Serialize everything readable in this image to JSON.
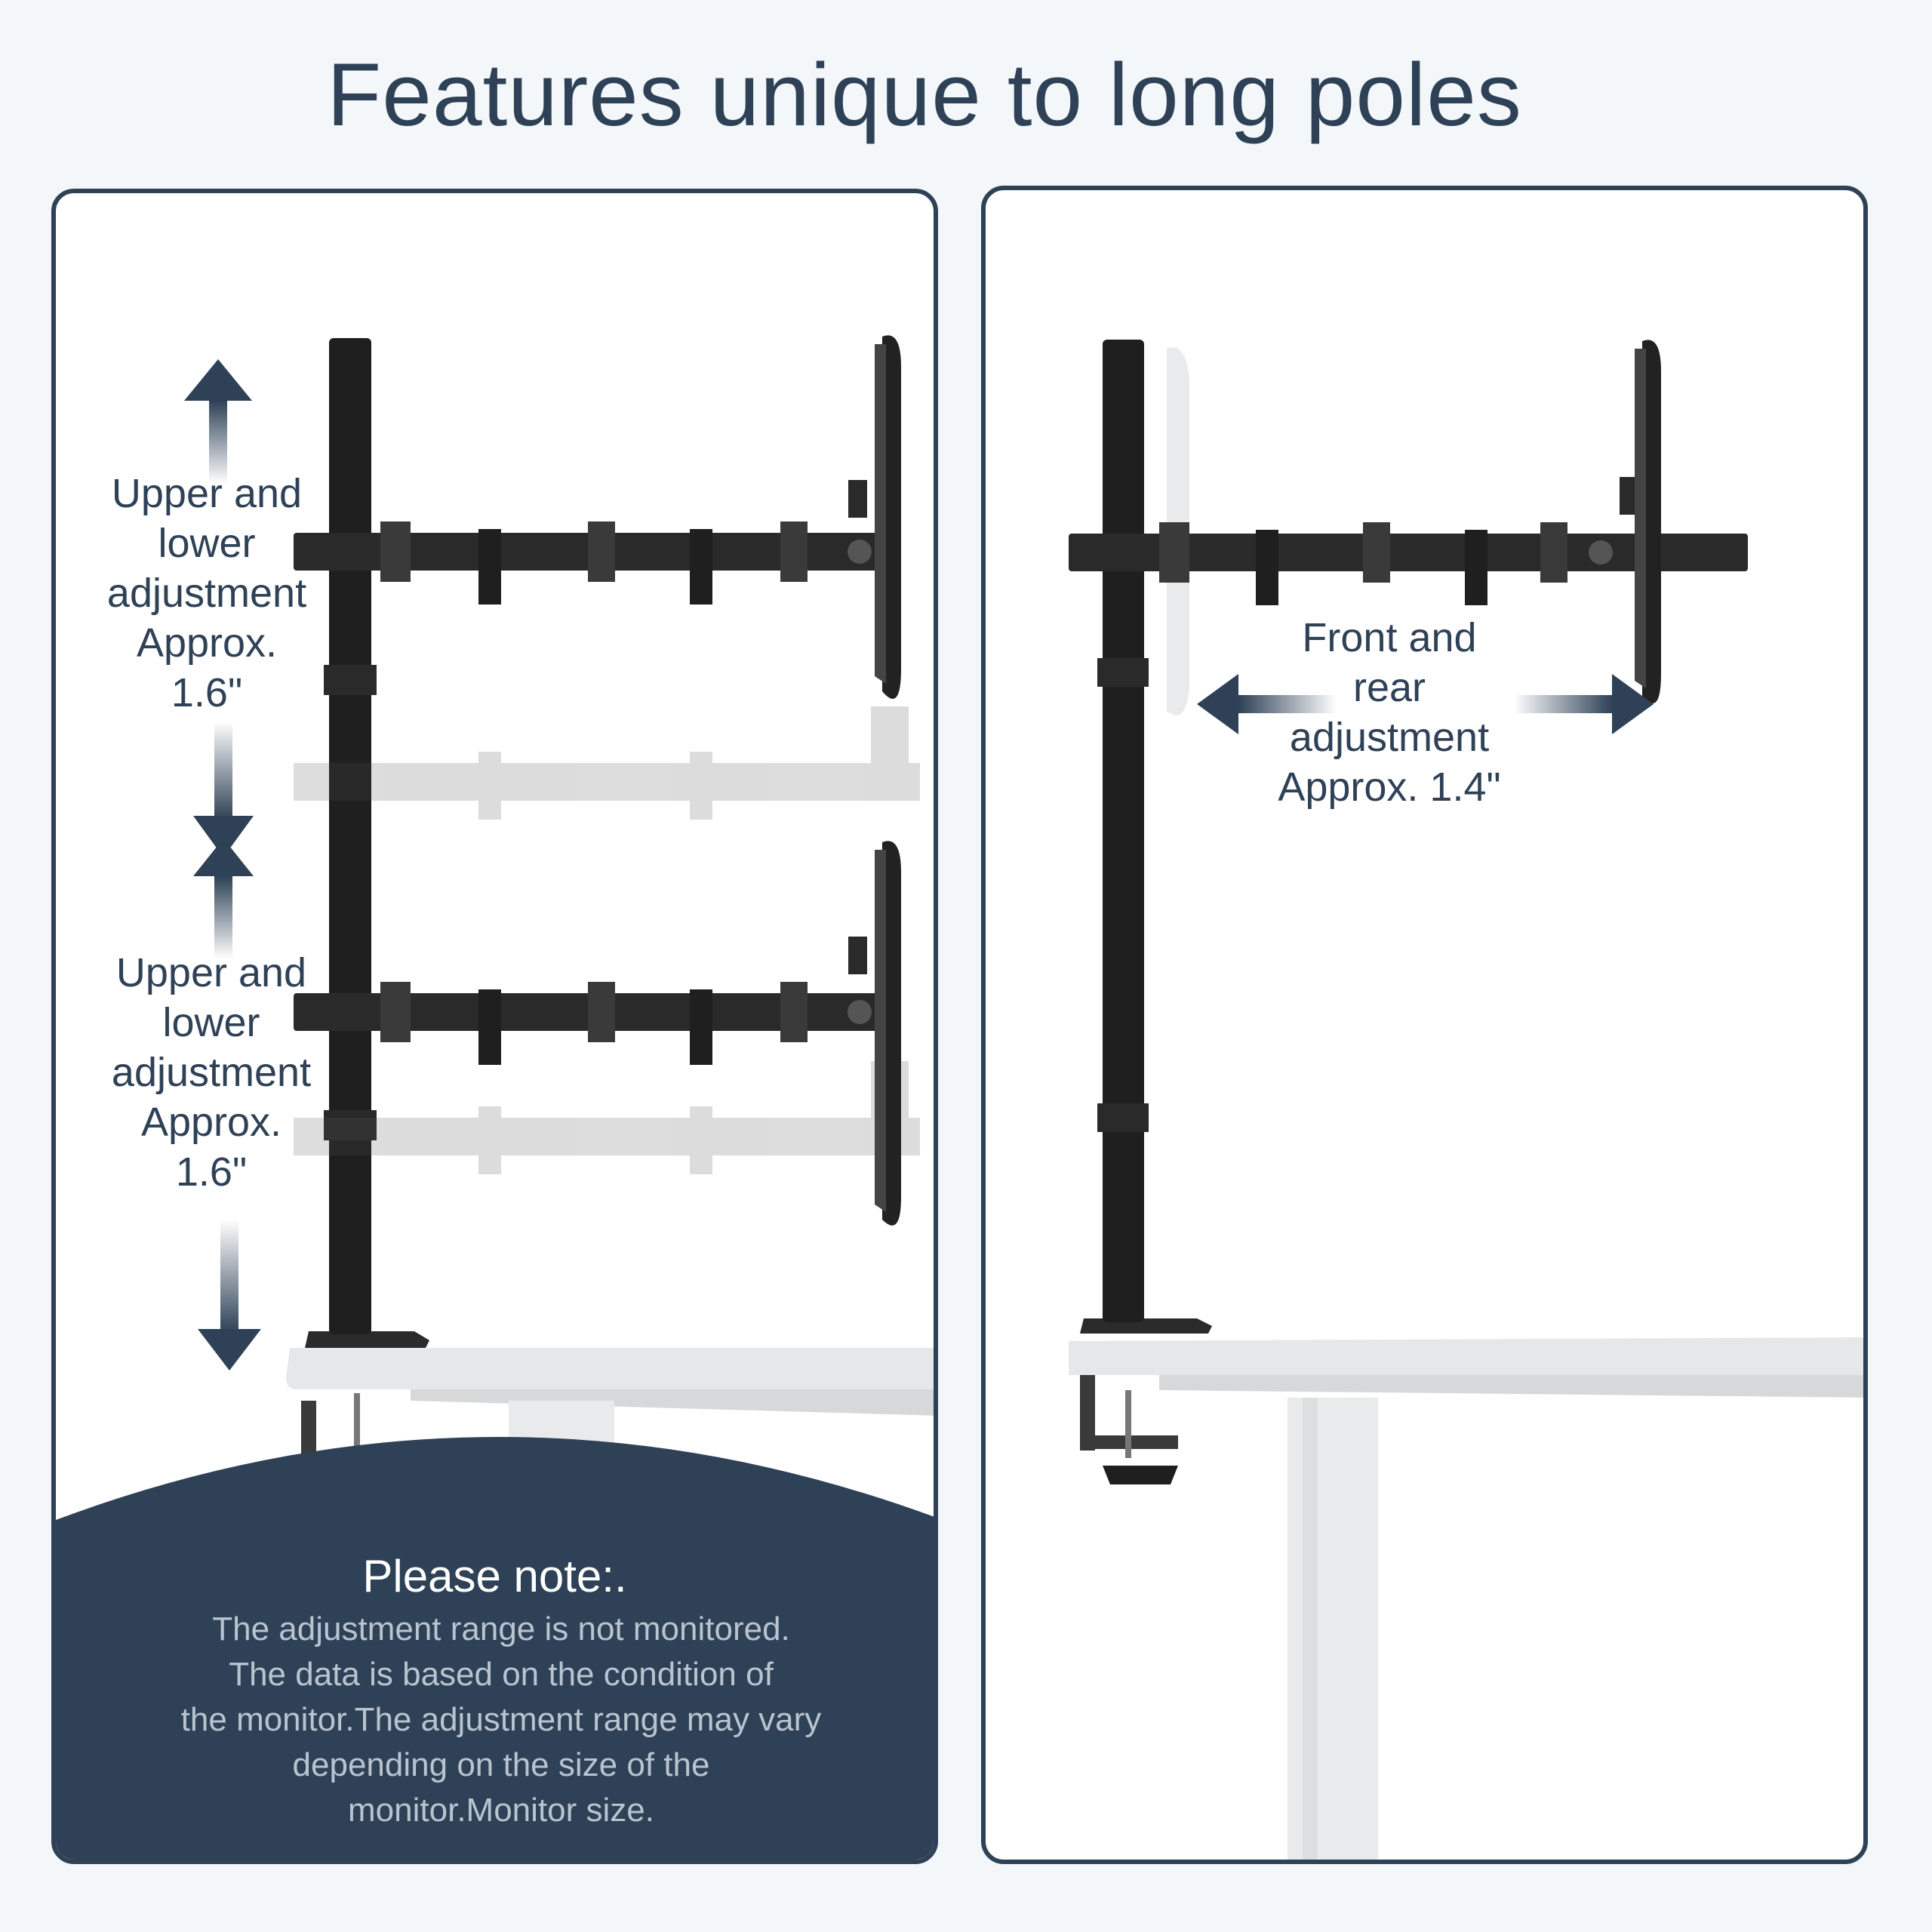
{
  "title": "Features unique to long poles",
  "left_panel": {
    "upper_label": [
      "Upper and",
      "lower",
      "adjustment",
      "Approx.",
      "1.6\""
    ],
    "lower_label": [
      "Upper and",
      "lower",
      "adjustment",
      "Approx.",
      "1.6\""
    ],
    "note_title": "Please note:.",
    "note_lines": [
      "The adjustment range is not monitored.",
      "The data is based on the condition of",
      "the monitor.The adjustment range may vary",
      "depending on the size of the",
      "monitor.Monitor size."
    ]
  },
  "right_panel": {
    "label": [
      "Front and",
      "rear",
      "adjustment",
      "Approx. 1.4\""
    ]
  },
  "colors": {
    "accent": "#2e4156",
    "background": "#f3f7fa",
    "note_text": "#b9c4cf"
  },
  "icons": [
    "up-arrow-icon",
    "down-arrow-icon",
    "left-arrow-icon",
    "right-arrow-icon"
  ]
}
